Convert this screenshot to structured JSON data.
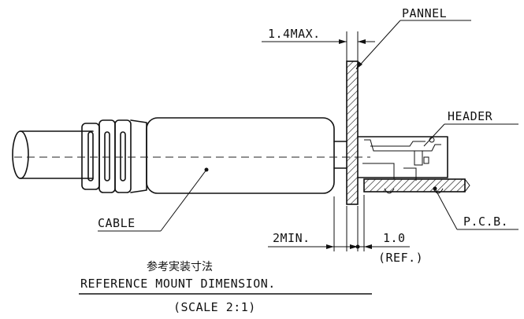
{
  "labels": {
    "pannel": "PANNEL",
    "max_thickness": "1.4MAX.",
    "header": "HEADER",
    "cable": "CABLE",
    "min_clearance": "2MIN.",
    "ref_value": "1.0",
    "ref_note": "(REF.)",
    "pcb": "P.C.B."
  },
  "caption": {
    "japanese": "参考実装寸法",
    "title": "REFERENCE MOUNT DIMENSION.",
    "scale": "(SCALE 2:1)"
  },
  "colors": {
    "line": "#111111",
    "background": "#ffffff"
  }
}
